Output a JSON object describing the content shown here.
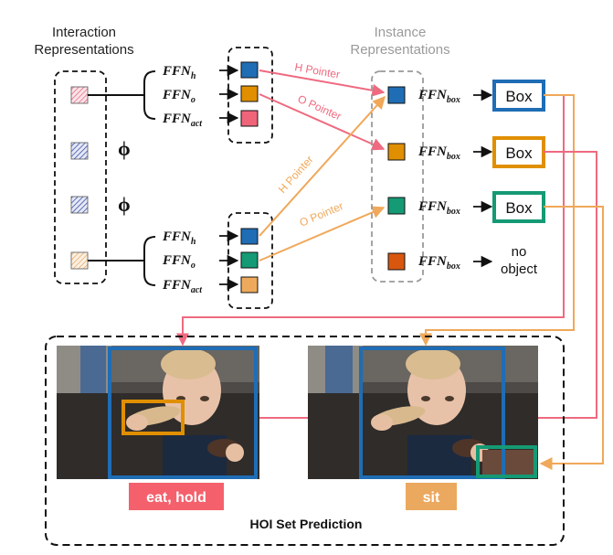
{
  "headers": {
    "interaction_line1": "Interaction",
    "interaction_line2": "Representations",
    "instance_line1": "Instance",
    "instance_line2": "Representations"
  },
  "phi_symbol": "ϕ",
  "ffn_base": "FFN",
  "ffn_subscripts": {
    "h": "h",
    "o": "o",
    "act": "act",
    "box": "box"
  },
  "pointers": {
    "h": "H Pointer",
    "o": "O Pointer"
  },
  "box_label": "Box",
  "no_object_line1": "no",
  "no_object_line2": "object",
  "prediction_labels": {
    "left": "eat, hold",
    "right": "sit"
  },
  "hoi_title": "HOI Set Prediction",
  "colors": {
    "blue": "#1f6db5",
    "orange": "#e08f00",
    "pink": "#f0647a",
    "green": "#149a74",
    "light_orange": "#eeaa5c",
    "dark_orange": "#d8560e",
    "gray_dashed": "#9a9a9a",
    "pointer_pink": "#ef6a80",
    "pointer_orange": "#f0a85a",
    "label_pink": "#f4606c",
    "label_orange": "#eba85f"
  }
}
